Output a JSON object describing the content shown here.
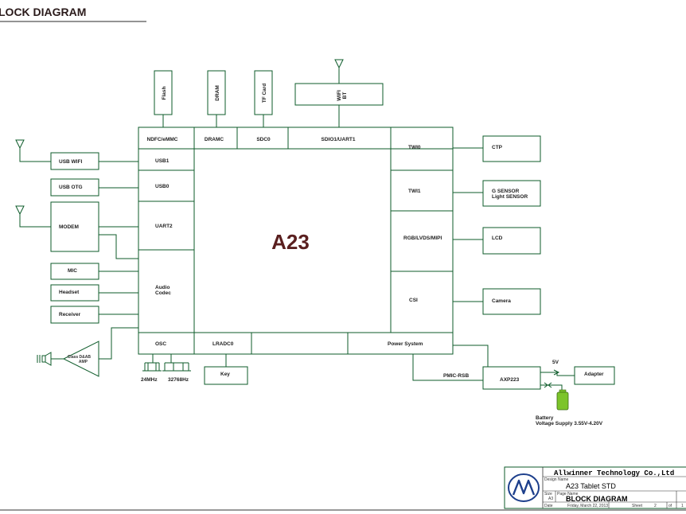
{
  "page": {
    "title": "LOCK DIAGRAM"
  },
  "soc": {
    "name": "A23",
    "ports": {
      "nand": "NDFC/eMMC",
      "dramc": "DRAMC",
      "sdc0": "SDC0",
      "sdio": "SDIO1/UART1",
      "usb1": "USB1",
      "usb0": "USB0",
      "uart2": "UART2",
      "audio_line1": "Audio",
      "audio_line2": "Codec",
      "osc": "OSC",
      "lradc": "LRADC0",
      "power": "Power System",
      "twi0": "TWI0",
      "twi1": "TWI1",
      "rgb": "RGB/LVDS/MIPI",
      "csi": "CSI"
    }
  },
  "peripherals": {
    "flash": "Flash",
    "dram": "DRAM",
    "tfcard": "TF Card",
    "wifi_bt_line1": "WIFI",
    "wifi_bt_line2": "BT",
    "usb_wifi": "USB WIFI",
    "usb_otg": "USB OTG",
    "modem": "MODEM",
    "mic": "MIC",
    "headset": "Headset",
    "receiver": "Receiver",
    "amp_line1": "Class D&AB",
    "amp_line2": "AMP",
    "ctp": "CTP",
    "gsensor_line1": "G SENSOR",
    "gsensor_line2": "Light SENSOR",
    "lcd": "LCD",
    "camera": "Camera",
    "key": "Key",
    "pmu": "AXP223",
    "adapter": "Adapter",
    "pmic_bus": "PMIC-RSB",
    "adapter_voltage": "5V",
    "crystal1": "24MHz",
    "crystal2": "32768Hz",
    "battery_line1": "Battery",
    "battery_line2": "Voltage Supply 3.55V-4.20V"
  },
  "title_block": {
    "company": "Allwinner Technology Co.,Ltd",
    "design_name_label": "Design Name",
    "design_name": "A23 Tablet STD",
    "page_name_label": "Page Name",
    "page_name": "BLOCK DIAGRAM",
    "size_label": "Size",
    "size_value": "A3",
    "date_label": "Date",
    "date_value": "Friday, March 22, 2013",
    "sheet_label": "Sheet",
    "sheet_value": "2",
    "of_label": "of",
    "of_value": "1"
  },
  "colors": {
    "line": "#0d5b2a",
    "soc_label": "#5a1f1f",
    "battery": "#7cc42a",
    "title_underline": "#555555"
  },
  "icons": [
    "antenna-icon",
    "speaker-icon",
    "crystal-icon",
    "battery-icon",
    "allwinner-logo-icon"
  ]
}
